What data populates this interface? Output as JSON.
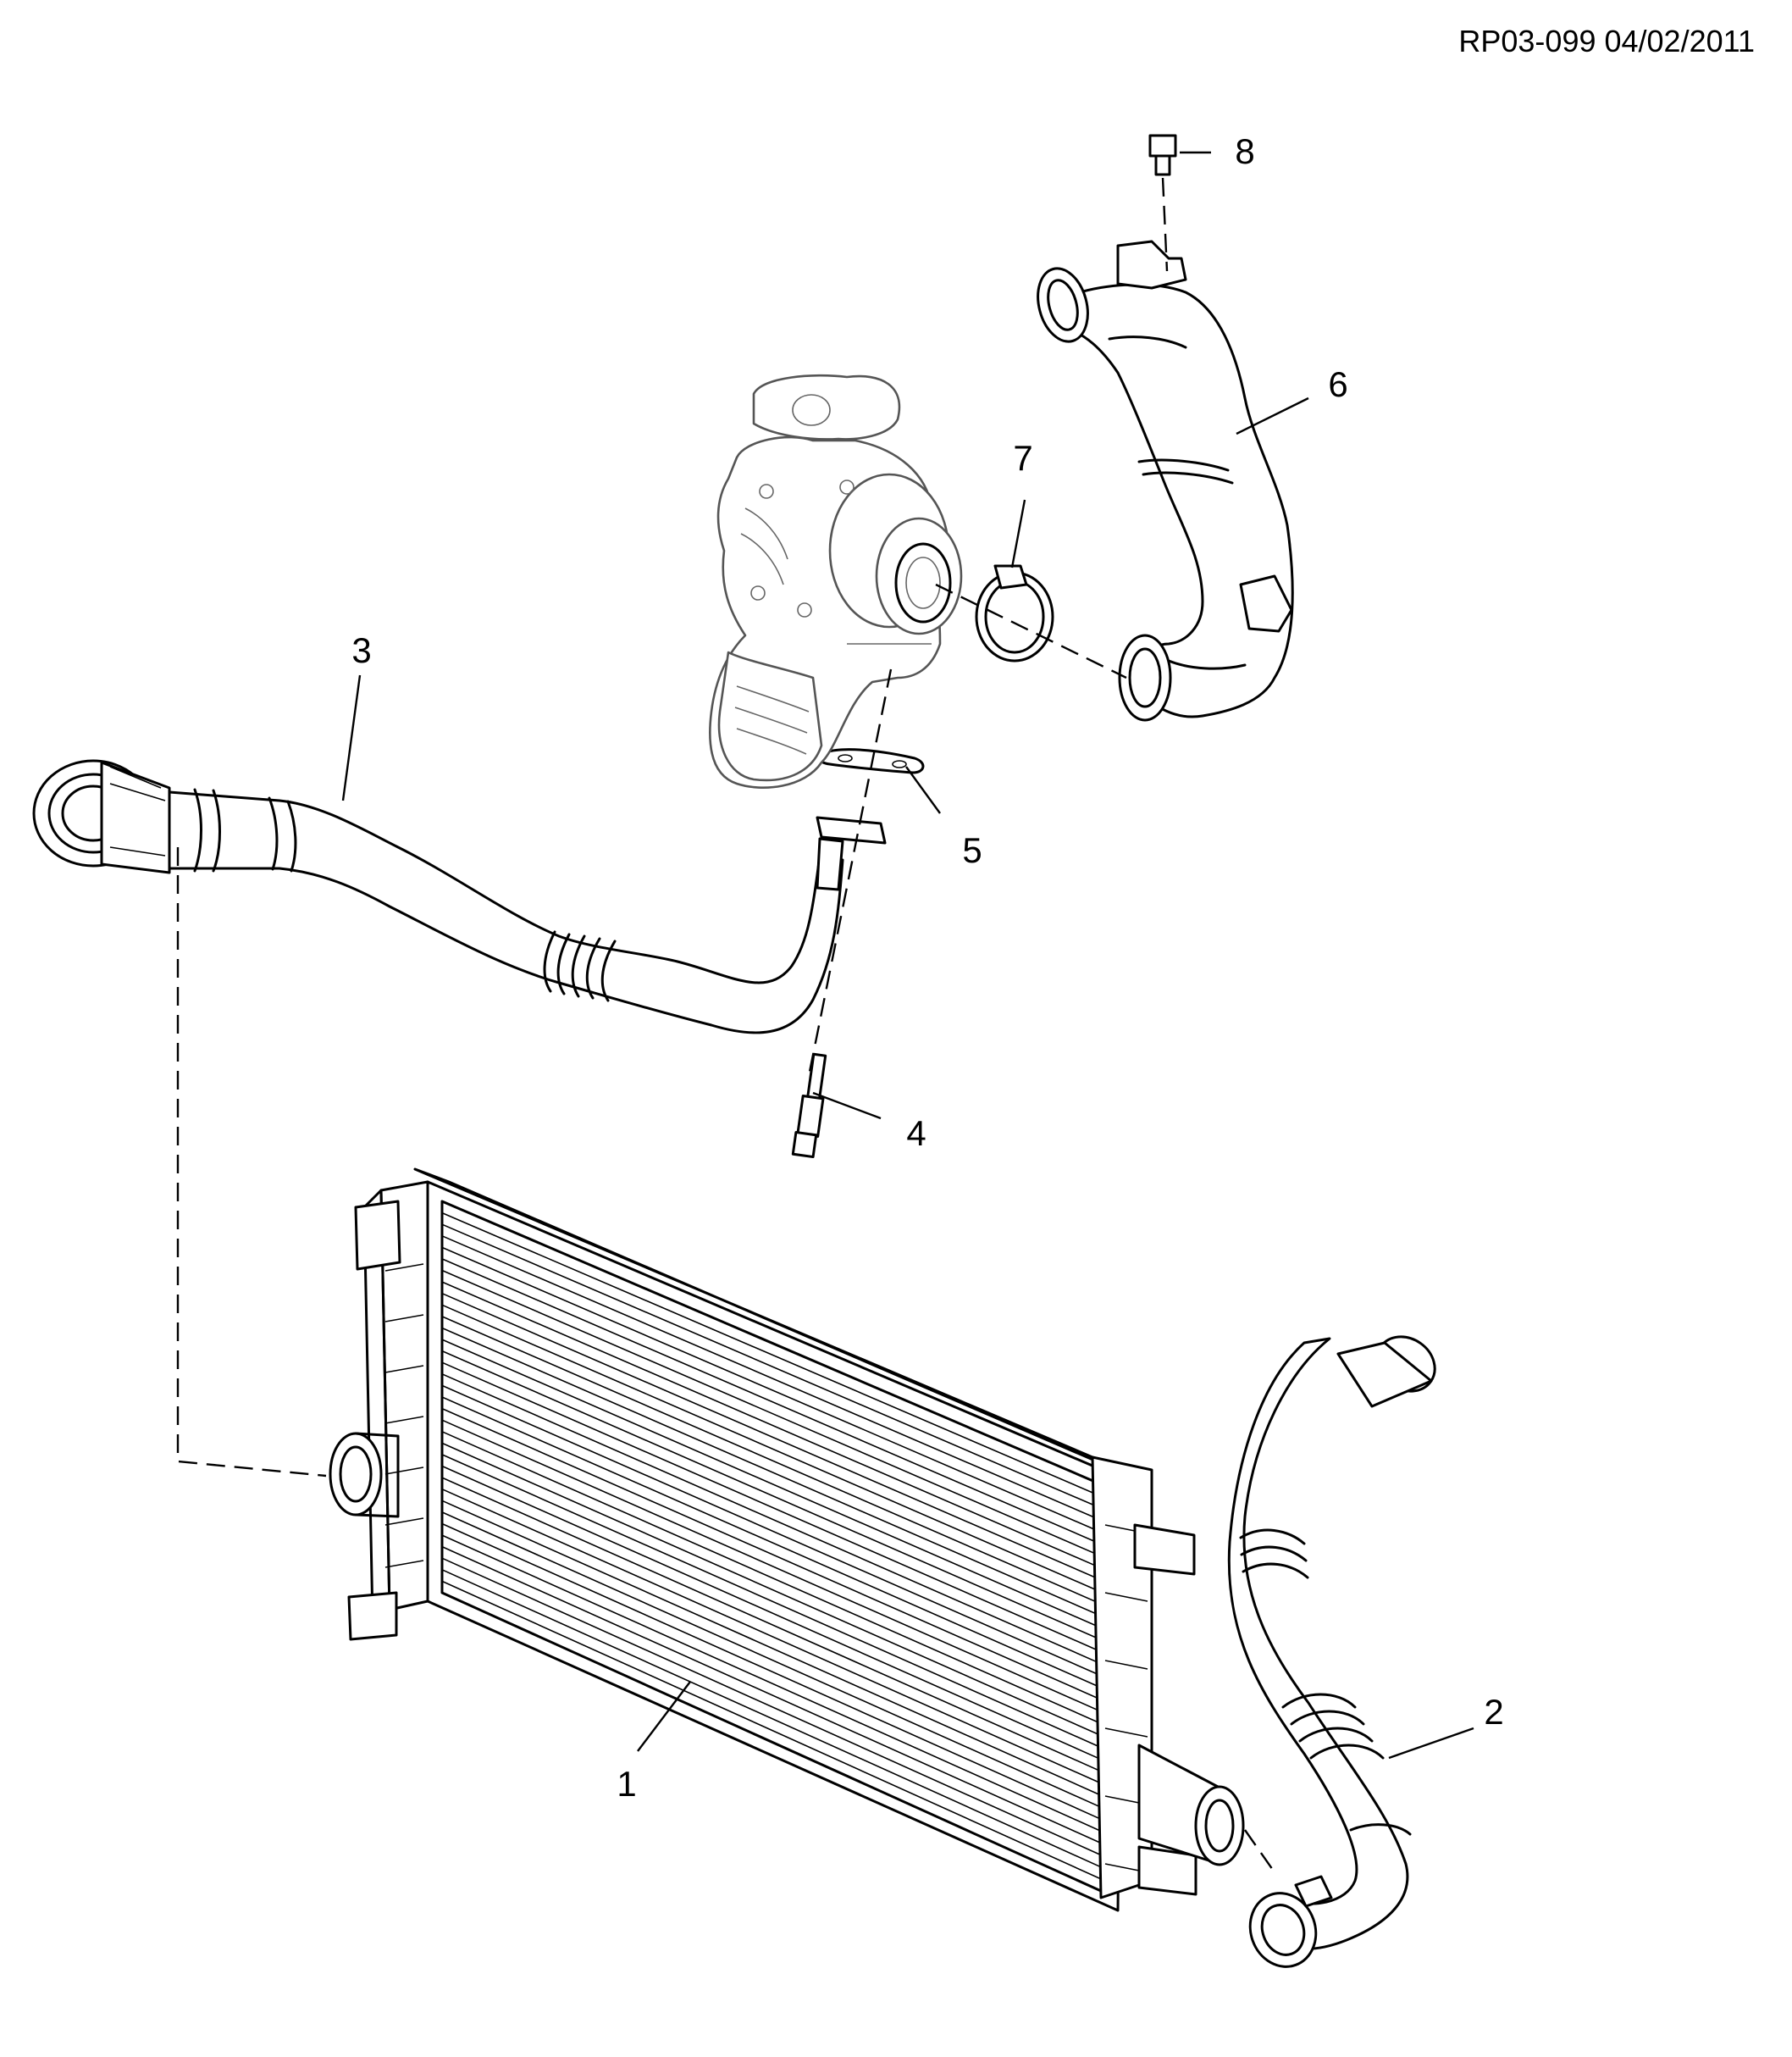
{
  "doc_code": "RP03-099 04/02/2011",
  "callouts": [
    "1",
    "2",
    "3",
    "4",
    "5",
    "6",
    "7",
    "8"
  ]
}
